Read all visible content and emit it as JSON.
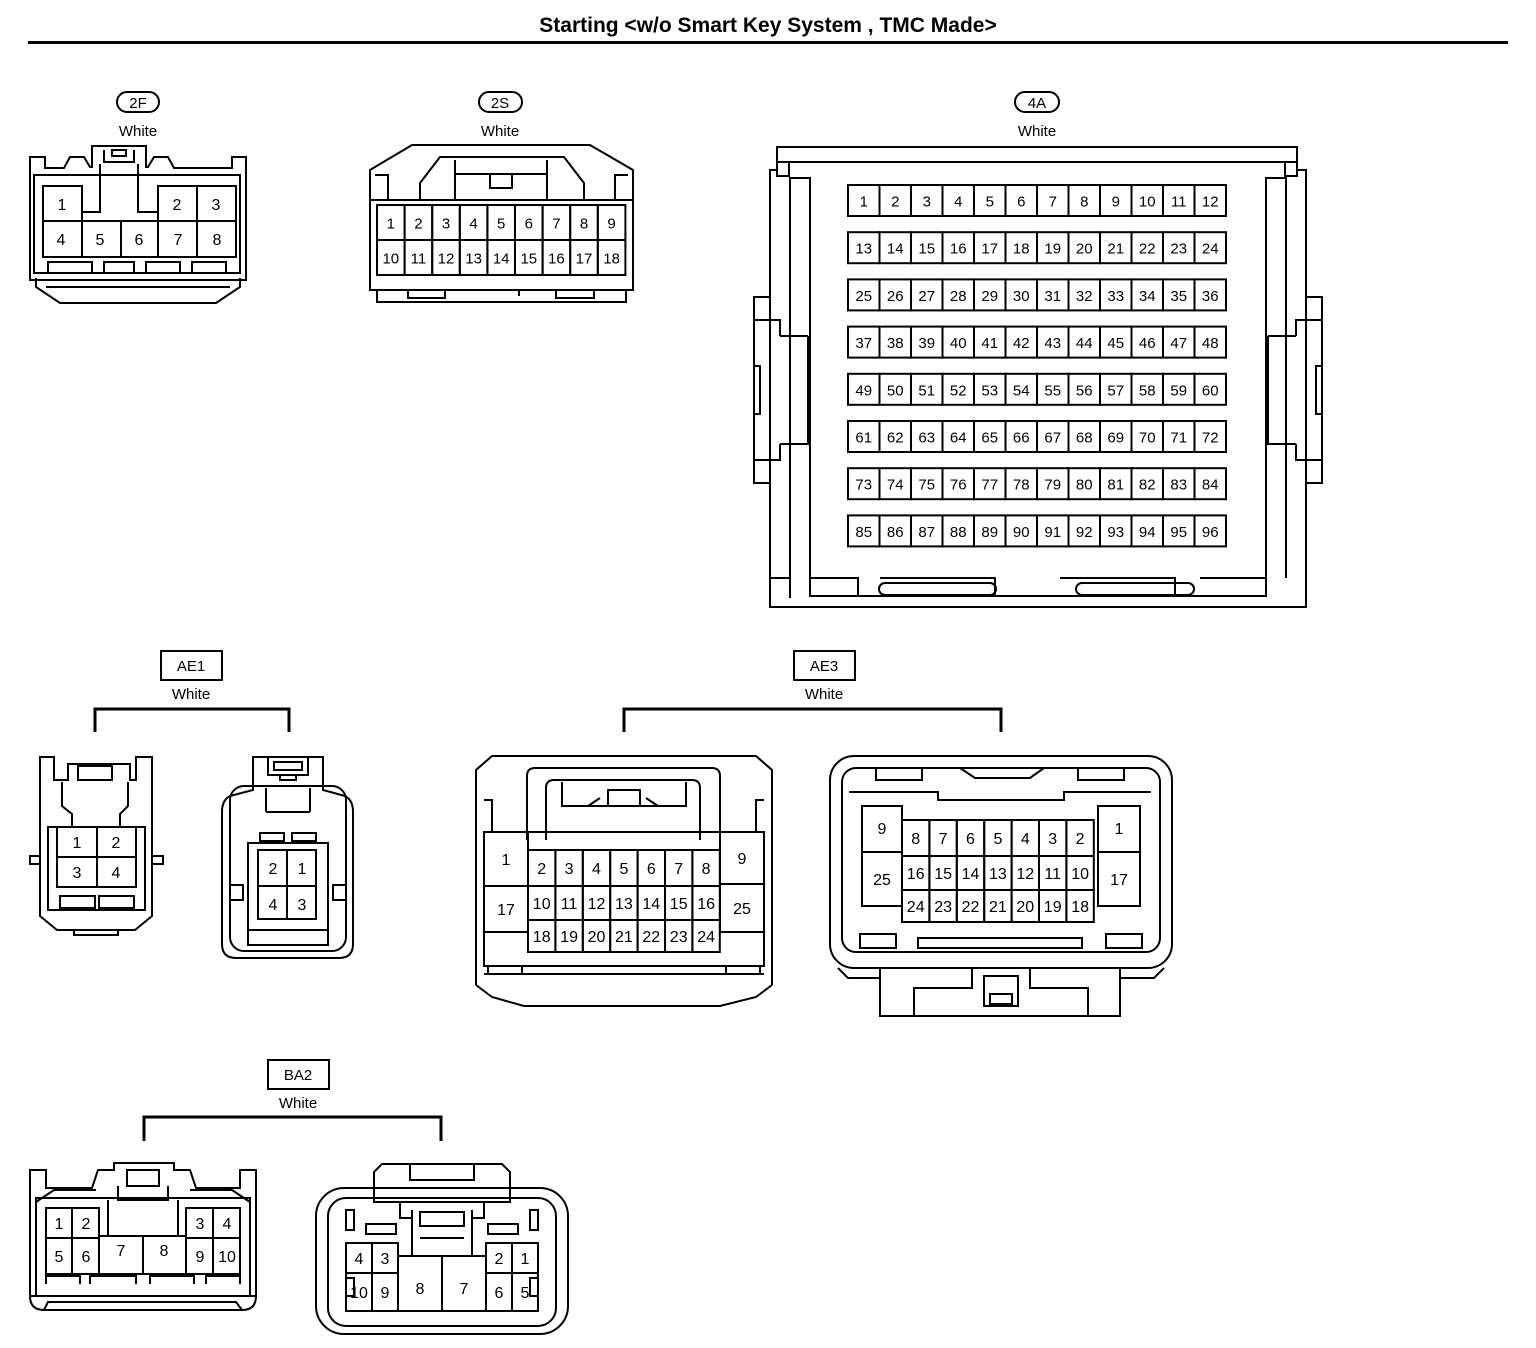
{
  "page_title": "Starting <w/o Smart Key System , TMC Made>",
  "connectors": [
    {
      "id": "2F",
      "code": "2F",
      "color": "White"
    },
    {
      "id": "2S",
      "code": "2S",
      "color": "White"
    },
    {
      "id": "4A",
      "code": "4A",
      "color": "White"
    },
    {
      "id": "AE1",
      "code": "AE1",
      "color": "White"
    },
    {
      "id": "AE3",
      "code": "AE3",
      "color": "White"
    },
    {
      "id": "BA2",
      "code": "BA2",
      "color": "White"
    }
  ],
  "pins": {
    "c2F": [
      "1",
      "2",
      "3",
      "4",
      "5",
      "6",
      "7",
      "8"
    ],
    "c2S": [
      "1",
      "2",
      "3",
      "4",
      "5",
      "6",
      "7",
      "8",
      "9",
      "10",
      "11",
      "12",
      "13",
      "14",
      "15",
      "16",
      "17",
      "18"
    ],
    "c4A": [
      "1",
      "2",
      "3",
      "4",
      "5",
      "6",
      "7",
      "8",
      "9",
      "10",
      "11",
      "12",
      "13",
      "14",
      "15",
      "16",
      "17",
      "18",
      "19",
      "20",
      "21",
      "22",
      "23",
      "24",
      "25",
      "26",
      "27",
      "28",
      "29",
      "30",
      "31",
      "32",
      "33",
      "34",
      "35",
      "36",
      "37",
      "38",
      "39",
      "40",
      "41",
      "42",
      "43",
      "44",
      "45",
      "46",
      "47",
      "48",
      "49",
      "50",
      "51",
      "52",
      "53",
      "54",
      "55",
      "56",
      "57",
      "58",
      "59",
      "60",
      "61",
      "62",
      "63",
      "64",
      "65",
      "66",
      "67",
      "68",
      "69",
      "70",
      "71",
      "72",
      "73",
      "74",
      "75",
      "76",
      "77",
      "78",
      "79",
      "80",
      "81",
      "82",
      "83",
      "84",
      "85",
      "86",
      "87",
      "88",
      "89",
      "90",
      "91",
      "92",
      "93",
      "94",
      "95",
      "96"
    ],
    "cAE1a": [
      "1",
      "2",
      "3",
      "4"
    ],
    "cAE1b": [
      "2",
      "1",
      "4",
      "3"
    ],
    "cAE3a": [
      "1",
      "2",
      "3",
      "4",
      "5",
      "6",
      "7",
      "8",
      "9",
      "17",
      "10",
      "11",
      "12",
      "13",
      "14",
      "15",
      "16",
      "25",
      "18",
      "19",
      "20",
      "21",
      "22",
      "23",
      "24"
    ],
    "cAE3b": [
      "9",
      "8",
      "7",
      "6",
      "5",
      "4",
      "3",
      "2",
      "1",
      "25",
      "16",
      "15",
      "14",
      "13",
      "12",
      "11",
      "10",
      "17",
      "24",
      "23",
      "22",
      "21",
      "20",
      "19",
      "18"
    ],
    "cBA2a": [
      "1",
      "2",
      "3",
      "4",
      "5",
      "6",
      "7",
      "8",
      "9",
      "10"
    ],
    "cBA2b": [
      "4",
      "3",
      "2",
      "1",
      "10",
      "9",
      "8",
      "7",
      "6",
      "5"
    ]
  }
}
